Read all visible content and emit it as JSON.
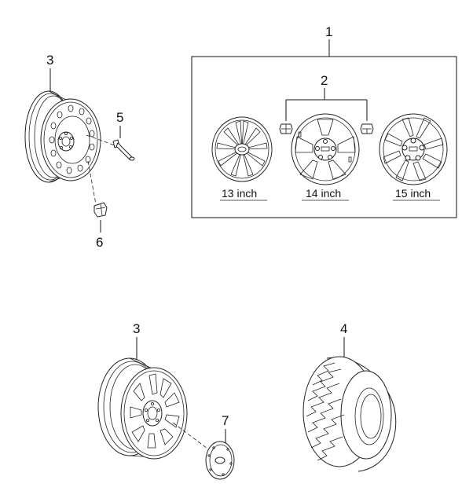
{
  "callouts": {
    "wheel_kit": "1",
    "lug_nuts": "2",
    "steel_wheel_top": "3",
    "steel_wheel_bottom": "3",
    "tire": "4",
    "valve": "5",
    "wheel_nut": "6",
    "center_cap": "7"
  },
  "wheel_sizes": [
    {
      "label": "13 inch"
    },
    {
      "label": "14 inch"
    },
    {
      "label": "15 inch"
    }
  ],
  "colors": {
    "line": "#111111",
    "background": "#ffffff"
  }
}
